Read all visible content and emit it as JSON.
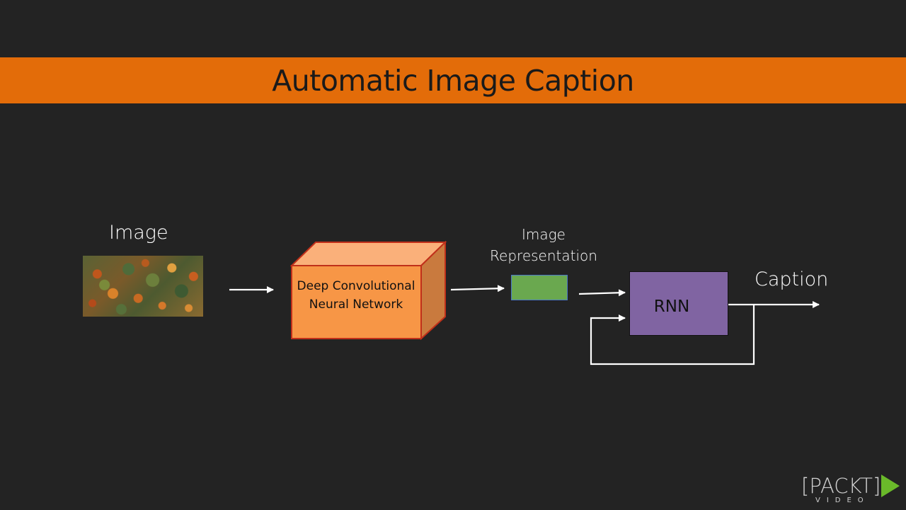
{
  "title": "Automatic Image Caption",
  "labels": {
    "image": "Image",
    "representation": "Image Representation",
    "caption": "Caption"
  },
  "blocks": {
    "cnn": "Deep Convolutional Neural Network",
    "rnn": "RNN"
  },
  "logo": {
    "brand": "[PACKT]",
    "sub": "VIDEO",
    "play_icon": "play-triangle-icon"
  },
  "colors": {
    "background": "#232323",
    "title_bar": "#e36c09",
    "cnn_front": "#f79646",
    "cnn_top": "#fab07a",
    "cnn_side": "#c97a3e",
    "cnn_border": "#c0301a",
    "representation": "#6aa84f",
    "rnn": "#8064a2",
    "arrows": "#ffffff",
    "logo_play": "#6ab92a"
  }
}
